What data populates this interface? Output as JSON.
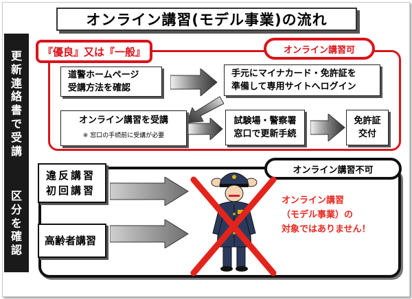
{
  "title": "オンライン講習(モデル事業)の流れ",
  "sidebar": {
    "text1": [
      "更",
      "新",
      "連",
      "絡",
      "書",
      "で",
      "受",
      "講"
    ],
    "text2": [
      "区",
      "分",
      "を",
      "確",
      "認"
    ]
  },
  "online_ok": {
    "category_tag": "『優良』又は『一般』",
    "status_tag": "オンライン講習可",
    "step1": [
      "道警ホームページ",
      "受講方法を確認"
    ],
    "step2": [
      "手元にマイナカード・免許証を",
      "準備して専用サイトへログイン"
    ],
    "step3_title": "オンライン講習を受講",
    "step3_note": "※ 窓口の手続前に受講が必要",
    "step4": [
      "試験場・警察署",
      "窓口で更新手続"
    ],
    "step5": [
      "免許証",
      "交付"
    ]
  },
  "online_ng": {
    "status_tag": "オンライン講習不可",
    "box1": [
      "違反講習",
      "初回講習"
    ],
    "box2": "高齢者講習",
    "message": [
      "オンライン講習",
      "（モデル事業）の",
      "対象ではありません！"
    ]
  },
  "colors": {
    "accent_red": "#d9141b",
    "message_red": "#e8281e",
    "arrow_gray": "#777777"
  }
}
